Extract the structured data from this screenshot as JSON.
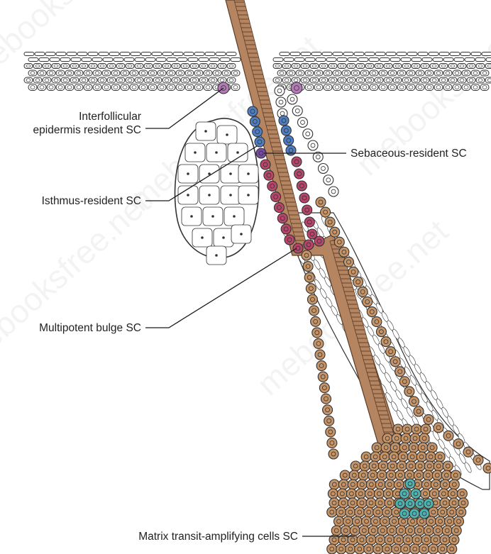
{
  "labels": {
    "interfollicular_line1": "Interfollicular",
    "interfollicular_line2": "epidermis resident SC",
    "isthmus": "Isthmus-resident SC",
    "sebaceous": "Sebaceous-resident SC",
    "bulge": "Multipotent bulge SC",
    "matrix": "Matrix transit-amplifying cells SC"
  },
  "watermark": "mebooksfree.net",
  "colors": {
    "epidermis_stem": "#b57ab8",
    "isthmus_stem": "#4f7ec3",
    "sebaceous_stem": "#7a4aa6",
    "bulge_stem": "#b8456a",
    "outer_root_sheath": "#c69466",
    "matrix_stem": "#4fb3b1",
    "hair_shaft": "#b58460",
    "cell_outline": "#333333"
  }
}
